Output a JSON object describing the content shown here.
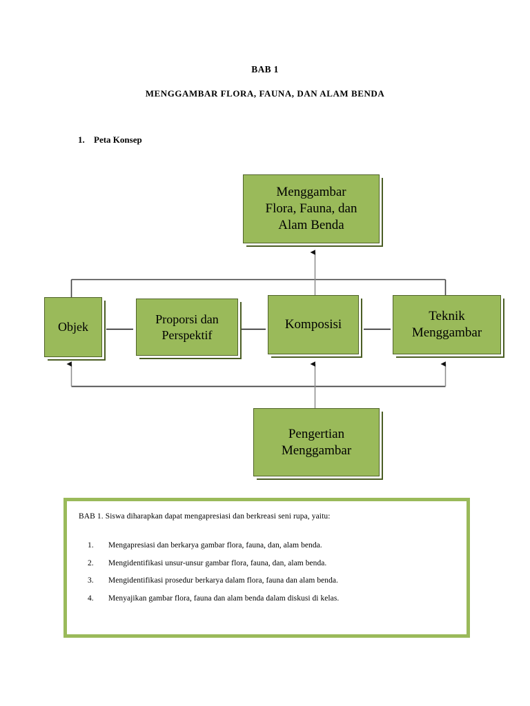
{
  "document": {
    "title": "BAB 1",
    "subtitle": "MENGGAMBAR FLORA, FAUNA, DAN ALAM BENDA",
    "section": {
      "number": "1.",
      "heading": "Peta Konsep"
    }
  },
  "colors": {
    "node_fill": "#9ABA5A",
    "node_border": "#4F6228",
    "node_shadow": "#4A5D23",
    "outcome_border": "#9ABA5A",
    "connector": "#3F3F3F",
    "text": "#000000",
    "page_background": "#FFFFFF"
  },
  "concept_map": {
    "nodes": [
      {
        "id": "top",
        "label": "Menggambar\nFlora, Fauna, dan\nAlam Benda",
        "lines": [
          "Menggambar",
          "Flora, Fauna, dan",
          "Alam Benda"
        ]
      },
      {
        "id": "objek",
        "label": "Objek",
        "lines": [
          "Objek"
        ]
      },
      {
        "id": "proporsi",
        "label": "Proporsi dan Perspektif",
        "lines": [
          "Proporsi dan",
          "Perspektif"
        ]
      },
      {
        "id": "komposisi",
        "label": "Komposisi",
        "lines": [
          "Komposisi"
        ]
      },
      {
        "id": "teknik",
        "label": "Teknik Menggambar",
        "lines": [
          "Teknik",
          "Menggambar"
        ]
      },
      {
        "id": "pengertian",
        "label": "Pengertian Menggambar",
        "lines": [
          "Pengertian",
          "Menggambar"
        ]
      }
    ],
    "connections": [
      {
        "from": "komposisi",
        "to": "top",
        "arrow": "up"
      },
      {
        "from": "objek",
        "to": "bus-top",
        "arrow": "none"
      },
      {
        "from": "teknik",
        "to": "bus-top",
        "arrow": "none"
      },
      {
        "from": "objek",
        "to": "proporsi",
        "arrow": "none"
      },
      {
        "from": "proporsi",
        "to": "komposisi",
        "arrow": "none"
      },
      {
        "from": "komposisi",
        "to": "teknik",
        "arrow": "none"
      },
      {
        "from": "pengertian",
        "to": "objek",
        "arrow": "up"
      },
      {
        "from": "pengertian",
        "to": "komposisi",
        "arrow": "up"
      },
      {
        "from": "pengertian",
        "to": "teknik",
        "arrow": "up"
      }
    ]
  },
  "outcome": {
    "intro": "BAB 1. Siswa diharapkan  dapat mengapresiasi dan berkreasi seni rupa, yaitu:",
    "items": [
      {
        "number": "1.",
        "text": "Mengapresiasi dan berkarya gambar flora, fauna, dan, alam benda."
      },
      {
        "number": "2.",
        "text": "Mengidentifikasi unsur-unsur gambar flora, fauna, dan, alam benda."
      },
      {
        "number": "3.",
        "text": "Mengidentifikasi prosedur berkarya dalam flora, fauna dan alam benda."
      },
      {
        "number": "4.",
        "text": "Menyajikan gambar flora, fauna dan alam benda dalam diskusi di kelas."
      }
    ]
  }
}
